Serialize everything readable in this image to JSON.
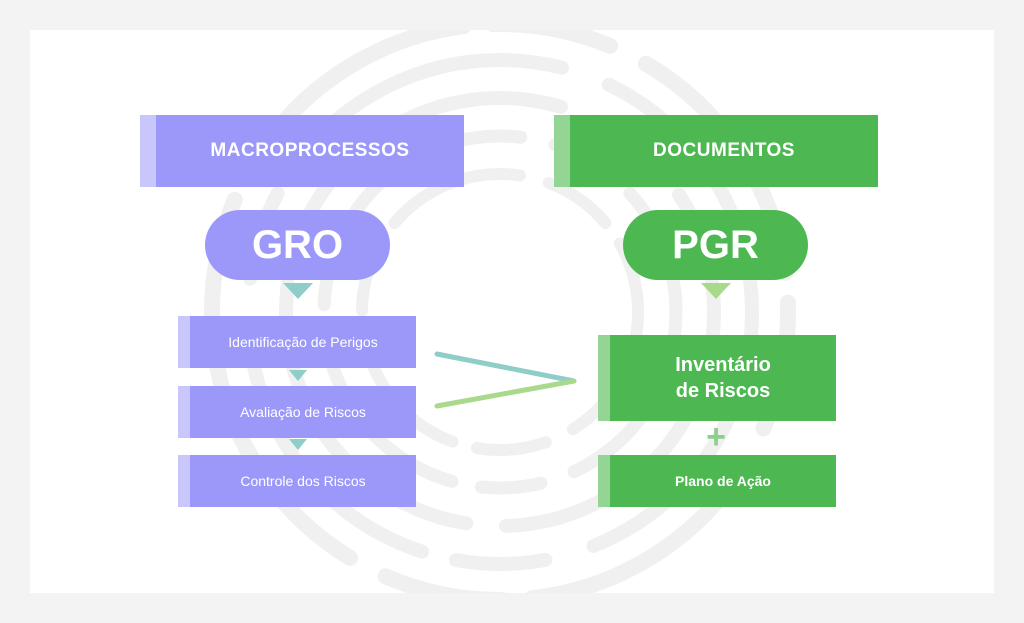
{
  "left": {
    "header": "MACROPROCESSOS",
    "pill": "GRO",
    "steps": [
      "Identificação de Perigos",
      "Avaliação de Riscos",
      "Controle dos Riscos"
    ]
  },
  "right": {
    "header": "DOCUMENTOS",
    "pill": "PGR",
    "docs": [
      "Inventário\nde Riscos",
      "Plano de Ação"
    ],
    "plus": "+"
  },
  "colors": {
    "purple": "#9b98fa",
    "purple_light": "#c8c6fb",
    "green": "#4db852",
    "green_light": "#94d596",
    "teal_arrow": "#8ecdc8",
    "green_arrow": "#a9d98a"
  }
}
